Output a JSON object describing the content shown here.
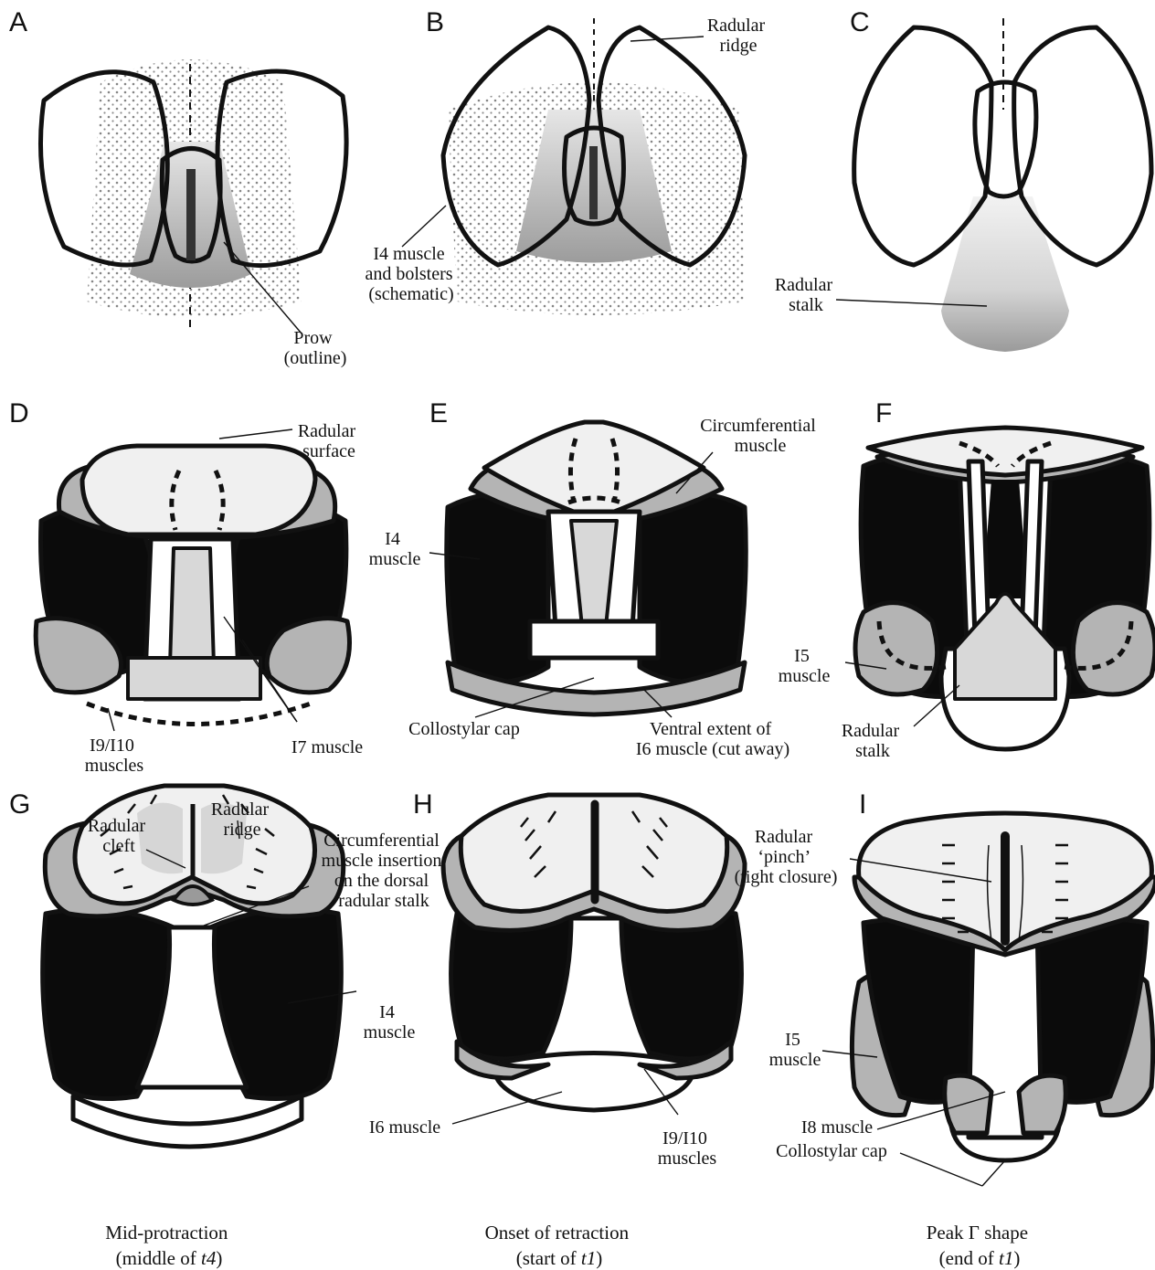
{
  "panels": {
    "A": {
      "letter": "A",
      "prow_label": [
        "Prow",
        "(outline)"
      ]
    },
    "B": {
      "letter": "B",
      "ridge_label": [
        "Radular",
        "ridge"
      ],
      "i4_label": [
        "I4 muscle",
        "and bolsters",
        "(schematic)"
      ]
    },
    "C": {
      "letter": "C",
      "stalk_label": [
        "Radular",
        "stalk"
      ]
    },
    "D": {
      "letter": "D",
      "surface_label": [
        "Radular",
        "surface"
      ],
      "i9_label": [
        "I9/I10",
        "muscles"
      ],
      "i7_label": "I7 muscle"
    },
    "E": {
      "letter": "E",
      "circ_label": [
        "Circumferential",
        "muscle"
      ],
      "i4_label": [
        "I4",
        "muscle"
      ],
      "cap_label": "Collostylar cap",
      "i6_label": [
        "Ventral extent of",
        "I6 muscle (cut away)"
      ]
    },
    "F": {
      "letter": "F",
      "i5_label": [
        "I5",
        "muscle"
      ],
      "stalk_label": [
        "Radular",
        "stalk"
      ]
    },
    "G": {
      "letter": "G",
      "cleft_label": [
        "Radular",
        "cleft"
      ],
      "ridge_label": [
        "Radular",
        "ridge"
      ],
      "insertion_label": [
        "Circumferential",
        "muscle insertion",
        "on the dorsal",
        "radular stalk"
      ],
      "i4_label": [
        "I4",
        "muscle"
      ]
    },
    "H": {
      "letter": "H",
      "i6_label": "I6 muscle",
      "i9_label": [
        "I9/I10",
        "muscles"
      ]
    },
    "I": {
      "letter": "I",
      "pinch_label": [
        "Radular",
        "‘pinch’",
        "(tight closure)"
      ],
      "i5_label": [
        "I5",
        "muscle"
      ],
      "i8_label": "I8 muscle",
      "cap_label": "Collostylar cap"
    }
  },
  "captions": {
    "G": [
      "Mid-protraction",
      "(middle of ",
      "t4",
      ")"
    ],
    "H": [
      "Onset of retraction",
      "(start of ",
      "t1",
      ")"
    ],
    "I": [
      "Peak Γ shape",
      "(end of ",
      "t1",
      ")"
    ]
  }
}
